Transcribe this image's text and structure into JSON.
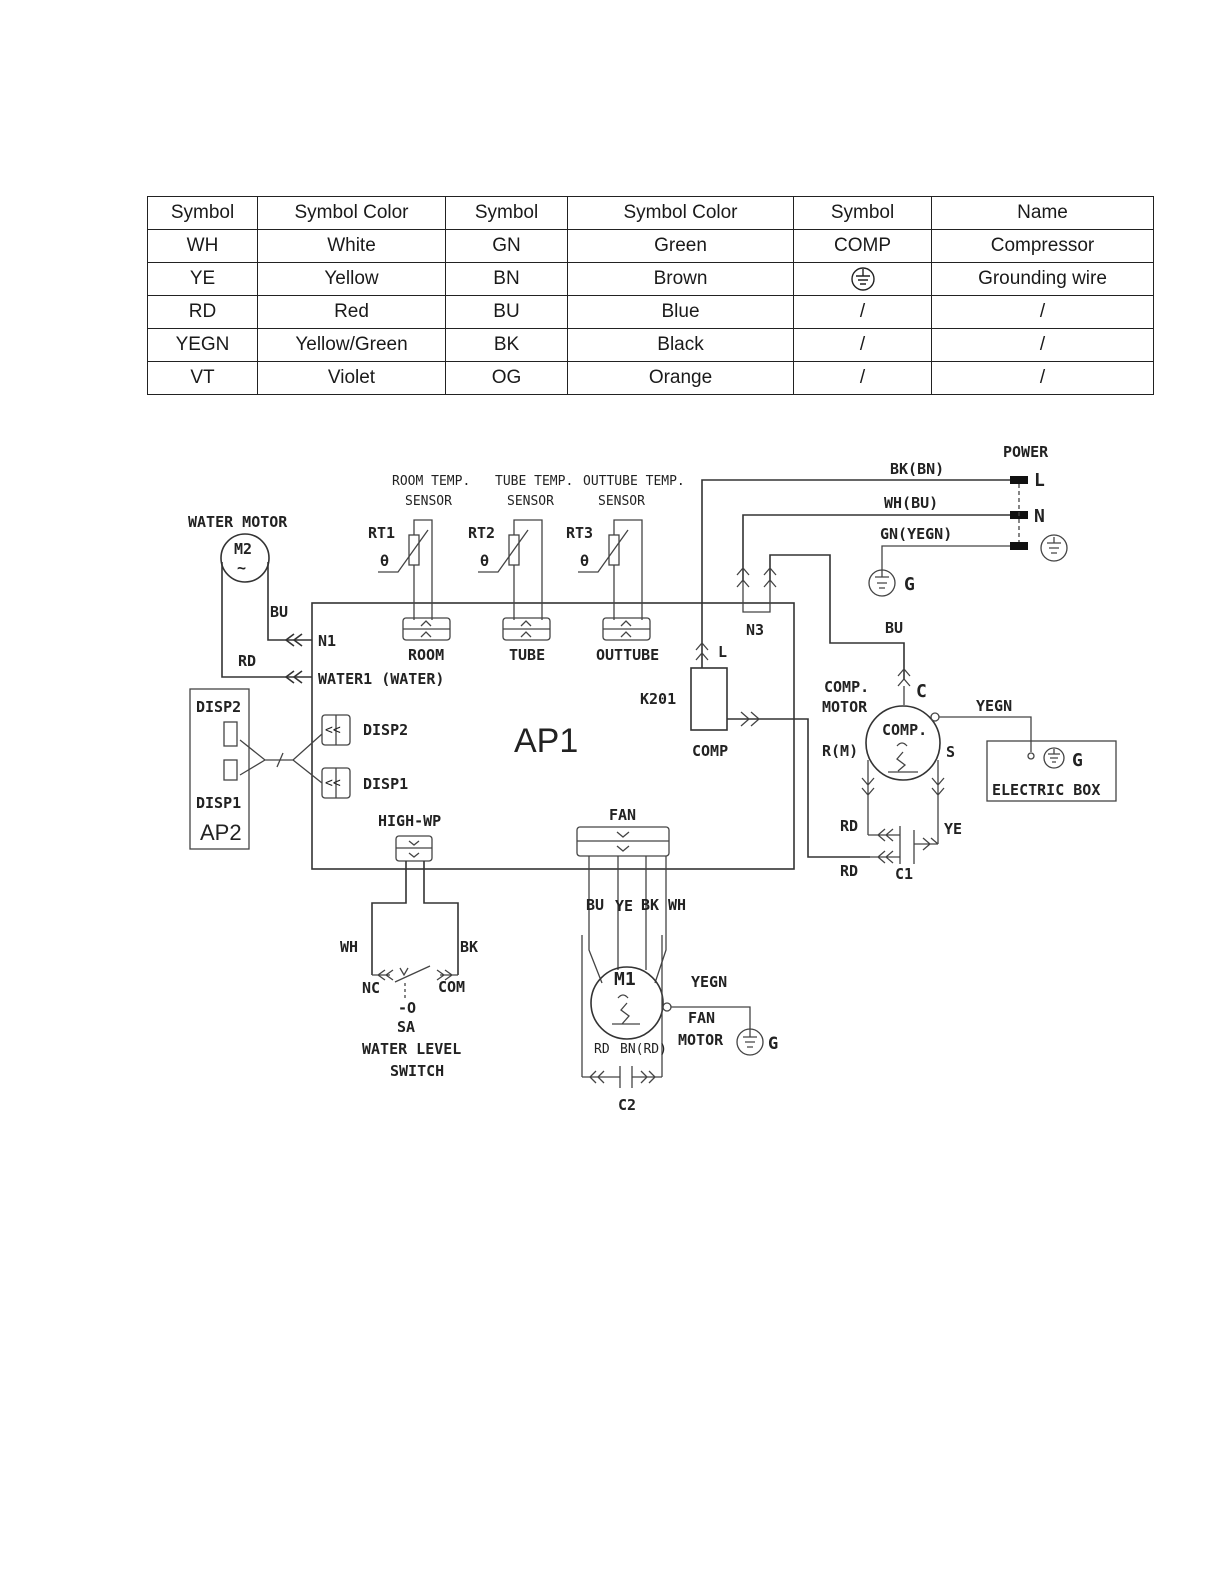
{
  "legend": {
    "headers": [
      "Symbol",
      "Symbol Color",
      "Symbol",
      "Symbol Color",
      "Symbol",
      "Name"
    ],
    "rows": [
      [
        "WH",
        "White",
        "GN",
        "Green",
        "COMP",
        "Compressor"
      ],
      [
        "YE",
        "Yellow",
        "BN",
        "Brown",
        "ground-icon",
        "Grounding wire"
      ],
      [
        "RD",
        "Red",
        "BU",
        "Blue",
        "/",
        "/"
      ],
      [
        "YEGN",
        "Yellow/Green",
        "BK",
        "Black",
        "/",
        "/"
      ],
      [
        "VT",
        "Violet",
        "OG",
        "Orange",
        "/",
        "/"
      ]
    ]
  },
  "diagram": {
    "main_board": "AP1",
    "display_board": "AP2",
    "sensors": {
      "room": {
        "title1": "ROOM TEMP.",
        "title2": "SENSOR",
        "ref": "RT1",
        "theta": "θ",
        "port": "ROOM"
      },
      "tube": {
        "title1": "TUBE TEMP.",
        "title2": "SENSOR",
        "ref": "RT2",
        "theta": "θ",
        "port": "TUBE"
      },
      "outtube": {
        "title1": "OUTTUBE TEMP.",
        "title2": "SENSOR",
        "ref": "RT3",
        "theta": "θ",
        "port": "OUTTUBE"
      }
    },
    "water_motor": {
      "title": "WATER MOTOR",
      "ref": "M2",
      "wire_top": "BU",
      "wire_bottom": "RD",
      "port_n1": "N1",
      "port_water": "WATER1 (WATER)"
    },
    "display": {
      "disp2": "DISP2",
      "disp1": "DISP1"
    },
    "high_wp": {
      "port": "HIGH-WP",
      "wire_left": "WH",
      "wire_right": "BK",
      "nc": "NC",
      "com": "COM",
      "sa": "SA",
      "title1": "WATER LEVEL",
      "title2": "SWITCH"
    },
    "fan": {
      "port": "FAN",
      "wires": [
        "BU",
        "YE",
        "BK",
        "WH"
      ],
      "ref": "M1",
      "ground_wire": "YEGN",
      "title1": "FAN",
      "title2": "MOTOR",
      "g": "G",
      "cap_left": "RD",
      "cap_right": "BN(RD)",
      "cap": "C2"
    },
    "relay": {
      "ref": "K201",
      "port": "COMP",
      "l": "L"
    },
    "n3": "N3",
    "power": {
      "title": "POWER",
      "l": "L",
      "n": "N",
      "wire_l": "BK(BN)",
      "wire_n": "WH(BU)",
      "wire_g": "GN(YEGN)",
      "g": "G"
    },
    "compressor": {
      "title1": "COMP.",
      "title2": "MOTOR",
      "inner": "COMP.",
      "c": "C",
      "r": "R(M)",
      "s": "S",
      "wire_c": "BU",
      "ground_wire": "YEGN",
      "rd1": "RD",
      "ye": "YE",
      "rd2": "RD",
      "cap": "C1"
    },
    "electric_box": {
      "g": "G",
      "title": "ELECTRIC BOX"
    }
  }
}
